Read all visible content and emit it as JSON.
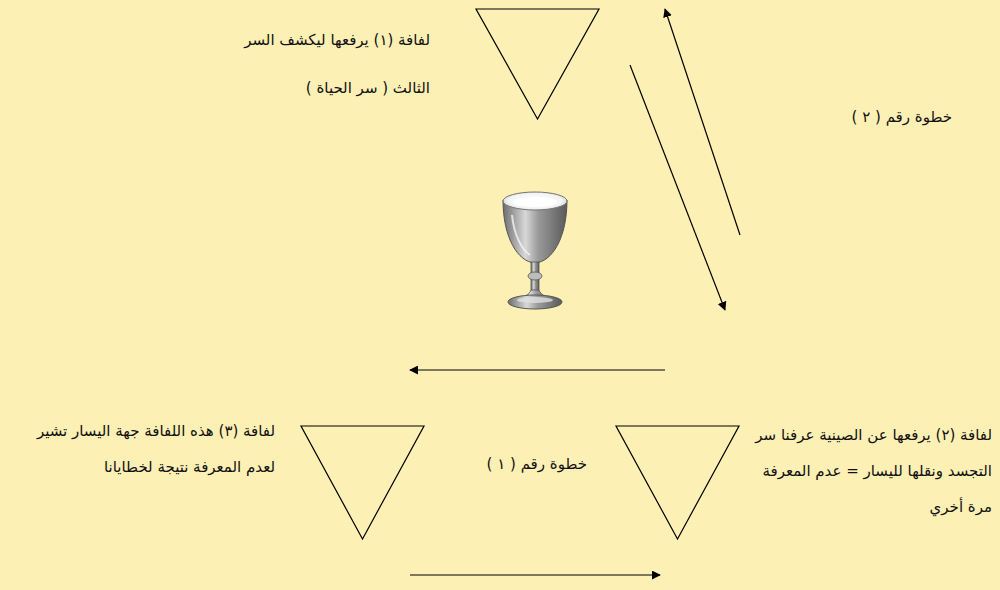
{
  "diagram": {
    "nodes": [
      {
        "text": [
          "لفافة (١) يرفعها ليكشف السر الثالث ( سر الحياة )"
        ]
      },
      {
        "text": [
          "لفافة (٢) يرفعها عن الصينية عرفنا سر التجسد ونقلها لليسار = عدم المعرفة مرة أخري"
        ]
      },
      {
        "text": [
          "لفافة (٣) هذه اللفافة جهة اليسار تشير لعدم المعرفة نتيجة لخطايانا"
        ]
      }
    ],
    "edges": [
      {
        "from": 0,
        "to": 1,
        "arrow": "to"
      },
      {
        "from": 1,
        "to": 0,
        "arrow": "to"
      },
      {
        "from": 1,
        "to": 2,
        "arrow": "to"
      },
      {
        "from": 2,
        "to": 1,
        "arrow": "to"
      }
    ],
    "labels": [
      "خطوة رقم ( ٢ )",
      "خطوة رقم ( ١ )"
    ]
  }
}
